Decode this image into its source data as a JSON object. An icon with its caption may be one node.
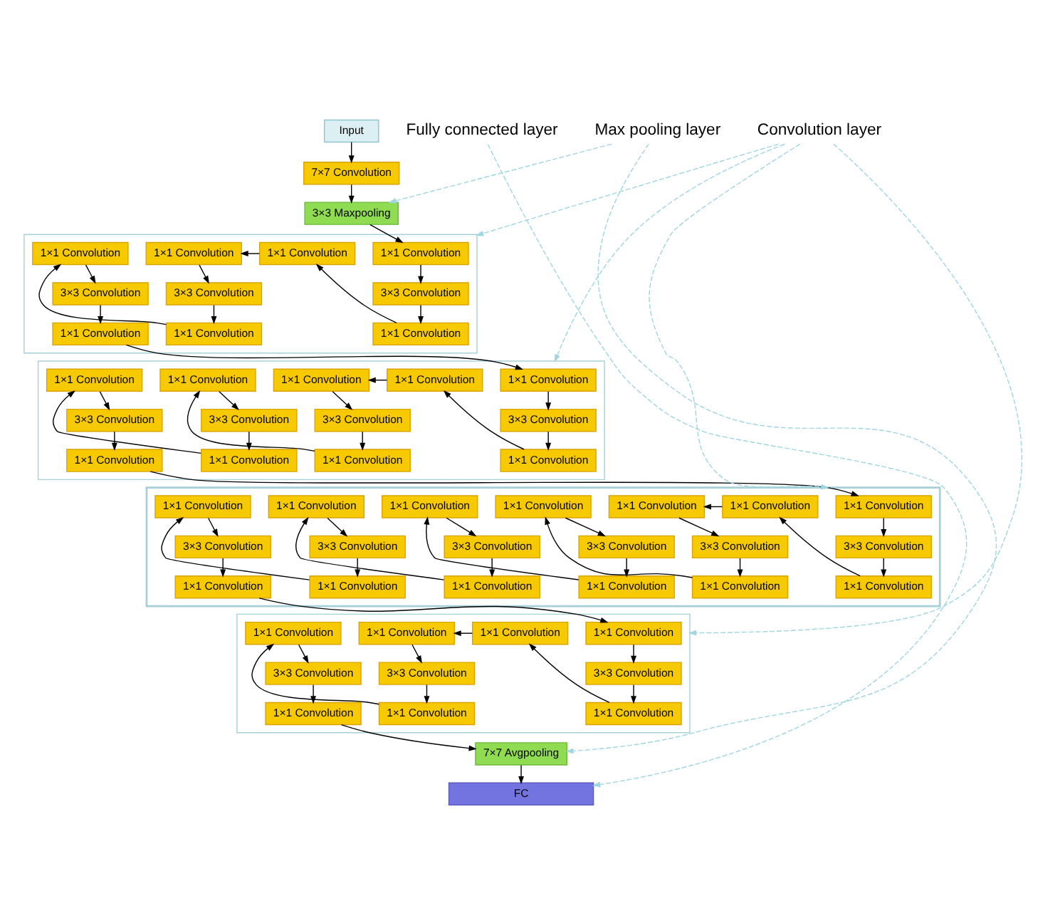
{
  "diagram": {
    "nodes": [
      {
        "text": [
          "Input"
        ]
      },
      {
        "text": [
          "7×7 Convolution"
        ]
      },
      {
        "text": [
          "3×3 Maxpooling"
        ]
      },
      {
        "text": [],
        "shape": "box"
      },
      {
        "text": [
          "1×1 Convolution"
        ],
        "in": 3
      },
      {
        "text": [
          "3×3 Convolution"
        ],
        "in": 3
      },
      {
        "text": [
          "1×1 Convolution"
        ],
        "in": 3
      },
      {
        "text": [
          "1×1 Convolution"
        ],
        "in": 3
      },
      {
        "text": [
          "1×1 Convolution"
        ],
        "in": 3
      },
      {
        "text": [
          "3×3 Convolution"
        ],
        "in": 3
      },
      {
        "text": [
          "1×1 Convolution"
        ],
        "in": 3
      },
      {
        "text": [
          "1×1 Convolution"
        ],
        "in": 3
      },
      {
        "text": [
          "3×3 Convolution"
        ],
        "in": 3
      },
      {
        "text": [
          "1×1 Convolution"
        ],
        "in": 3
      },
      {
        "text": [],
        "shape": "box"
      },
      {
        "text": [
          "1×1 Convolution"
        ],
        "in": 14
      },
      {
        "text": [
          "3×3 Convolution"
        ],
        "in": 14
      },
      {
        "text": [
          "1×1 Convolution"
        ],
        "in": 14
      },
      {
        "text": [
          "1×1 Convolution"
        ],
        "in": 14
      },
      {
        "text": [
          "1×1 Convolution"
        ],
        "in": 14
      },
      {
        "text": [
          "3×3 Convolution"
        ],
        "in": 14
      },
      {
        "text": [
          "1×1 Convolution"
        ],
        "in": 14
      },
      {
        "text": [
          "1×1 Convolution"
        ],
        "in": 14
      },
      {
        "text": [
          "3×3 Convolution"
        ],
        "in": 14
      },
      {
        "text": [
          "1×1 Convolution"
        ],
        "in": 14
      },
      {
        "text": [
          "1×1 Convolution"
        ],
        "in": 14
      },
      {
        "text": [
          "3×3 Convolution"
        ],
        "in": 14
      },
      {
        "text": [
          "1×1 Convolution"
        ],
        "in": 14
      },
      {
        "text": [],
        "shape": "band"
      },
      {
        "text": [
          "1×1 Convolution"
        ],
        "in": 28
      },
      {
        "text": [
          "3×3 Convolution"
        ],
        "in": 28
      },
      {
        "text": [
          "1×1 Convolution"
        ],
        "in": 28
      },
      {
        "text": [
          "1×1 Convolution"
        ],
        "in": 28
      },
      {
        "text": [
          "1×1 Convolution"
        ],
        "in": 28
      },
      {
        "text": [
          "3×3 Convolution"
        ],
        "in": 28
      },
      {
        "text": [
          "1×1 Convolution"
        ],
        "in": 28
      },
      {
        "text": [
          "1×1 Convolution"
        ],
        "in": 28
      },
      {
        "text": [
          "3×3 Convolution"
        ],
        "in": 28
      },
      {
        "text": [
          "1×1 Convolution"
        ],
        "in": 28
      },
      {
        "text": [
          "1×1 Convolution"
        ],
        "in": 28
      },
      {
        "text": [
          "3×3 Convolution"
        ],
        "in": 28
      },
      {
        "text": [
          "1×1 Convolution"
        ],
        "in": 28
      },
      {
        "text": [
          "1×1 Convolution"
        ],
        "in": 28
      },
      {
        "text": [
          "3×3 Convolution"
        ],
        "in": 28
      },
      {
        "text": [
          "1×1 Convolution"
        ],
        "in": 28
      },
      {
        "text": [
          "1×1 Convolution"
        ],
        "in": 28
      },
      {
        "text": [
          "3×3 Convolution"
        ],
        "in": 28
      },
      {
        "text": [
          "1×1 Convolution"
        ],
        "in": 28
      },
      {
        "text": [],
        "shape": "box"
      },
      {
        "text": [
          "1×1 Convolution"
        ],
        "in": 48
      },
      {
        "text": [
          "3×3 Convolution"
        ],
        "in": 48
      },
      {
        "text": [
          "1×1 Convolution"
        ],
        "in": 48
      },
      {
        "text": [
          "1×1 Convolution"
        ],
        "in": 48
      },
      {
        "text": [
          "1×1 Convolution"
        ],
        "in": 48
      },
      {
        "text": [
          "3×3 Convolution"
        ],
        "in": 48
      },
      {
        "text": [
          "1×1 Convolution"
        ],
        "in": 48
      },
      {
        "text": [
          "1×1 Convolution"
        ],
        "in": 48
      },
      {
        "text": [
          "3×3 Convolution"
        ],
        "in": 48
      },
      {
        "text": [
          "1×1 Convolution"
        ],
        "in": 48
      },
      {
        "text": [
          "7×7 Avgpooling"
        ]
      },
      {
        "text": [
          "FC"
        ]
      },
      {
        "text": [
          "Max pooling layer"
        ]
      },
      {
        "text": [
          "Convolution layer"
        ]
      },
      {
        "text": [
          "Fully connected layer"
        ]
      }
    ],
    "edges": [
      {
        "from": 0,
        "to": 1,
        "arrow": "to"
      },
      {
        "from": 1,
        "to": 2,
        "arrow": "to"
      },
      {
        "from": 2,
        "to": 4,
        "arrow": "to"
      },
      {
        "from": 4,
        "to": 5,
        "arrow": "to"
      },
      {
        "from": 5,
        "to": 6,
        "arrow": "to"
      },
      {
        "from": 6,
        "to": 7,
        "arrow": "to"
      },
      {
        "from": 7,
        "to": 8,
        "arrow": "to"
      },
      {
        "from": 8,
        "to": 9,
        "arrow": "to"
      },
      {
        "from": 9,
        "to": 10,
        "arrow": "to"
      },
      {
        "from": 10,
        "to": 11,
        "arrow": "to"
      },
      {
        "from": 11,
        "to": 12,
        "arrow": "to"
      },
      {
        "from": 12,
        "to": 13,
        "arrow": "to"
      },
      {
        "from": 13,
        "to": 15,
        "arrow": "to"
      },
      {
        "from": 15,
        "to": 16,
        "arrow": "to"
      },
      {
        "from": 16,
        "to": 17,
        "arrow": "to"
      },
      {
        "from": 17,
        "to": 18,
        "arrow": "to"
      },
      {
        "from": 18,
        "to": 19,
        "arrow": "to"
      },
      {
        "from": 19,
        "to": 20,
        "arrow": "to"
      },
      {
        "from": 20,
        "to": 21,
        "arrow": "to"
      },
      {
        "from": 21,
        "to": 22,
        "arrow": "to"
      },
      {
        "from": 22,
        "to": 23,
        "arrow": "to"
      },
      {
        "from": 23,
        "to": 24,
        "arrow": "to"
      },
      {
        "from": 24,
        "to": 25,
        "arrow": "to"
      },
      {
        "from": 25,
        "to": 26,
        "arrow": "to"
      },
      {
        "from": 26,
        "to": 27,
        "arrow": "to"
      },
      {
        "from": 27,
        "to": 29,
        "arrow": "to"
      },
      {
        "from": 29,
        "to": 30,
        "arrow": "to"
      },
      {
        "from": 30,
        "to": 31,
        "arrow": "to"
      },
      {
        "from": 31,
        "to": 32,
        "arrow": "to"
      },
      {
        "from": 32,
        "to": 33,
        "arrow": "to"
      },
      {
        "from": 33,
        "to": 34,
        "arrow": "to"
      },
      {
        "from": 34,
        "to": 35,
        "arrow": "to"
      },
      {
        "from": 35,
        "to": 36,
        "arrow": "to"
      },
      {
        "from": 36,
        "to": 37,
        "arrow": "to"
      },
      {
        "from": 37,
        "to": 38,
        "arrow": "to"
      },
      {
        "from": 38,
        "to": 39,
        "arrow": "to"
      },
      {
        "from": 39,
        "to": 40,
        "arrow": "to"
      },
      {
        "from": 40,
        "to": 41,
        "arrow": "to"
      },
      {
        "from": 41,
        "to": 42,
        "arrow": "to"
      },
      {
        "from": 42,
        "to": 43,
        "arrow": "to"
      },
      {
        "from": 43,
        "to": 44,
        "arrow": "to"
      },
      {
        "from": 44,
        "to": 45,
        "arrow": "to"
      },
      {
        "from": 45,
        "to": 46,
        "arrow": "to"
      },
      {
        "from": 46,
        "to": 47,
        "arrow": "to"
      },
      {
        "from": 47,
        "to": 49,
        "arrow": "to"
      },
      {
        "from": 49,
        "to": 50,
        "arrow": "to"
      },
      {
        "from": 50,
        "to": 51,
        "arrow": "to"
      },
      {
        "from": 51,
        "to": 52,
        "arrow": "to"
      },
      {
        "from": 52,
        "to": 53,
        "arrow": "to"
      },
      {
        "from": 53,
        "to": 54,
        "arrow": "to"
      },
      {
        "from": 54,
        "to": 55,
        "arrow": "to"
      },
      {
        "from": 55,
        "to": 56,
        "arrow": "to"
      },
      {
        "from": 56,
        "to": 57,
        "arrow": "to"
      },
      {
        "from": 57,
        "to": 58,
        "arrow": "to"
      },
      {
        "from": 58,
        "to": 59,
        "arrow": "to"
      },
      {
        "from": 59,
        "to": 60,
        "arrow": "to"
      },
      {
        "from": 61,
        "to": 2,
        "arrow": "to",
        "style": "dashed",
        "color": "#9fd6e2"
      },
      {
        "from": 61,
        "to": 59,
        "arrow": "to",
        "style": "dashed",
        "color": "#9fd6e2"
      },
      {
        "from": 62,
        "to": 3,
        "arrow": "to",
        "style": "dashed",
        "color": "#9fd6e2"
      },
      {
        "from": 62,
        "to": 14,
        "arrow": "to",
        "style": "dashed",
        "color": "#9fd6e2"
      },
      {
        "from": 62,
        "to": 28,
        "arrow": "to",
        "style": "dashed",
        "color": "#9fd6e2"
      },
      {
        "from": 62,
        "to": 48,
        "arrow": "to",
        "style": "dashed",
        "color": "#9fd6e2"
      },
      {
        "from": 63,
        "to": 60,
        "arrow": "to",
        "style": "dashed",
        "color": "#9fd6e2"
      }
    ]
  }
}
